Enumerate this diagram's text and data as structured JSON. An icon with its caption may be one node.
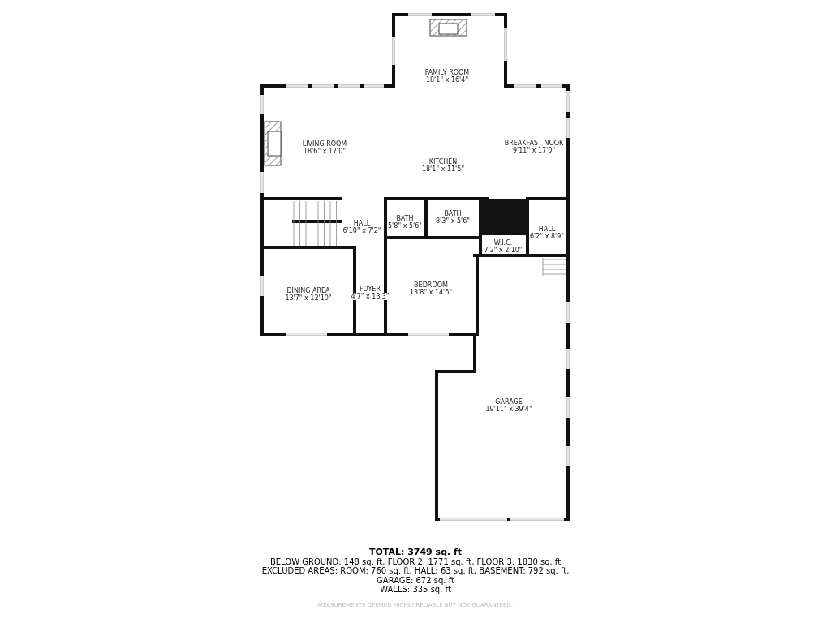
{
  "diagram": {
    "labels": [
      "FAMILY ROOM",
      "18'1\" x 16'4\"",
      "LIVING ROOM",
      "18'6\" x 17'0\"",
      "BREAKFAST NOOK",
      "9'11\" x 17'0\"",
      "KITCHEN",
      "18'1\" x 11'5\"",
      "HALL",
      "6'10\" x 7'2\"",
      "BATH",
      "5'8\" x 5'6\"",
      "BATH",
      "8'3\" x 5'6\"",
      "HALL",
      "6'2\" x 8'9\"",
      "W.I.C.",
      "7'2\" x 2'10\"",
      "DINING AREA",
      "13'7\" x 12'10\"",
      "FOYER",
      "4'7\" x 13'3\"",
      "BEDROOM",
      "13'8\" x 14'6\"",
      "GARAGE",
      "19'11\" x 39'4\"",
      "TOTAL: 3749 sq. ft",
      "BELOW GROUND: 148 sq. ft, FLOOR 2: 1771 sq. ft, FLOOR 3: 1830 sq. ft",
      "EXCLUDED AREAS: ROOM: 760 sq. ft, HALL: 63 sq. ft, BASEMENT: 792 sq. ft, GARAGE: 672 sq. ft",
      "WALLS: 335 sq. ft",
      "MEASUREMENTS DEEMED HIGHLY RELIABLE BUT NOT GUARANTEED."
    ]
  }
}
